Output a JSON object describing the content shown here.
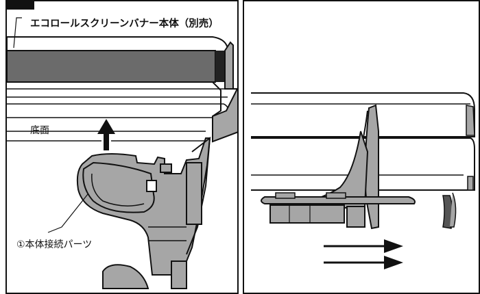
{
  "labels": {
    "banner_body": "エコロールスクリーンバナー本体（別売）",
    "bottom_face": "底面",
    "connector_part": "①本体接続パーツ"
  },
  "colors": {
    "outline": "#111111",
    "dark_band": "#6b6b6b",
    "part_gray": "#a6a6a6",
    "light_gray": "#d9d9d9"
  },
  "icons": [
    "up-arrow-icon",
    "right-double-arrow-icon"
  ]
}
